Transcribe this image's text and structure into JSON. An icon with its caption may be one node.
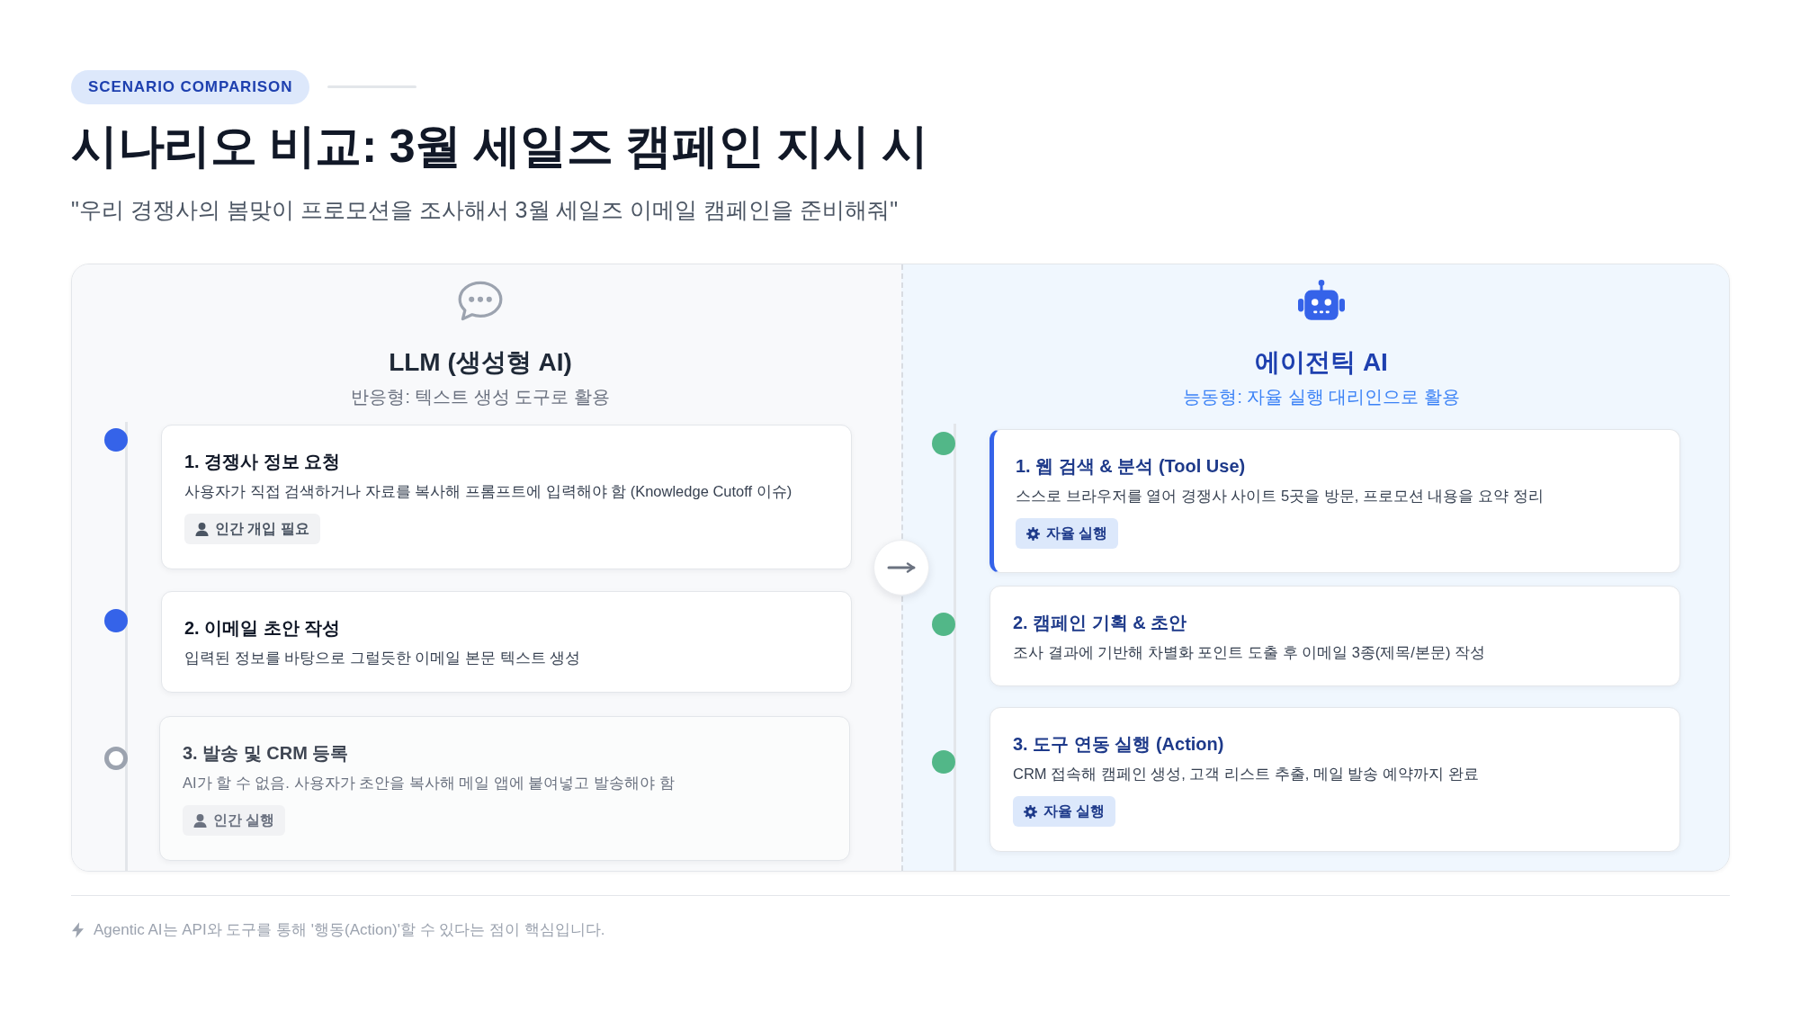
{
  "diagram": {
    "title": "시나리오 비교: **3월 세일즈 캠페인** 지시 시",
    "nodes": [
      {
        "text": [
          "LLM (생성형 AI)",
          "반응형: 텍스트 생성 도구로 활용"
        ]
      },
      {
        "text": [
          "1. 경쟁사 정보 요청",
          "사용자가 직접 검색하거나 자료를 복사해 프롬프트에 입력해야 함 (Knowledge Cutoff 이슈)",
          "인간 개입 필요"
        ],
        "in": 0
      },
      {
        "text": [
          "2. 이메일 초안 작성",
          "입력된 정보를 바탕으로 그럴듯한 이메일 본문 텍스트 생성"
        ],
        "in": 0
      },
      {
        "text": [
          "3. 발송 및 CRM 등록",
          "AI가 할 수 없음. 사용자가 초안을 복사해 메일 앱에 붙여넣고 발송해야 함",
          "인간 실행"
        ],
        "in": 0
      },
      {
        "text": [
          "에이전틱 AI",
          "능동형: 자율 실행 대리인으로 활용"
        ]
      },
      {
        "text": [
          "1. 웹 검색 & 분석 (Tool Use)",
          "스스로 브라우저를 열어 경쟁사 사이트 5곳을 방문, 프로모션 내용을 요약 정리",
          "자율 실행"
        ],
        "in": 4
      },
      {
        "text": [
          "2. 캠페인 기획 & 초안",
          "조사 결과에 기반해 차별화 포인트 도출 후 이메일 3종(제목/본문) 작성"
        ],
        "in": 4
      },
      {
        "text": [
          "3. 도구 연동 실행 (Action)",
          "CRM 접속해 캠페인 생성, 고객 리스트 추출, 메일 발송 예약까지 완료",
          "자율 실행"
        ],
        "in": 4
      }
    ],
    "edges": [
      {
        "from": 0,
        "to": 4,
        "arrow": "to"
      }
    ],
    "labels": [
      "SCENARIO COMPARISON",
      "\"우리 경쟁사의 봄맞이 프로모션을 조사해서 3월 세일즈 이메일 캠페인을 준비해줘\"",
      "Agentic AI는 API와 도구를 통해 '행동(Action)'할 수 있다는 점이 핵심입니다."
    ]
  }
}
